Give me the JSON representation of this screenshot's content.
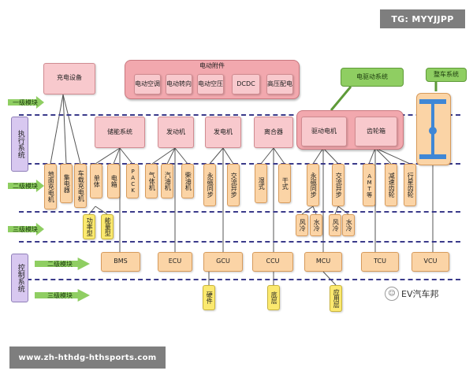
{
  "watermark_top": "TG: MYYJJPP",
  "watermark_bottom": "www.zh-hthdg-hthsports.com",
  "logo_text": "EV汽车邦",
  "tiers": {
    "level1": "一级模块",
    "exec_system": "执行系统",
    "level2": "二级模块",
    "level3": "三级模块",
    "control_system": "控制系统",
    "ctrl_level2": "二级模块",
    "ctrl_level3": "三级模块"
  },
  "charging_equipment": "充电设备",
  "accessory_group": {
    "title": "电动附件",
    "items": [
      "电动空调",
      "电动转向",
      "电动空压",
      "DCDC",
      "高压配电"
    ]
  },
  "electric_drive_label": "电驱动系统",
  "vehicle_label": "整车系统",
  "level1_modules": [
    "储能系统",
    "发动机",
    "发电机",
    "离合器",
    "驱动电机",
    "齿轮箱"
  ],
  "level2_modules": [
    "地面充电机",
    "集电器",
    "车载充电机",
    "单体",
    "电箱",
    "PACK",
    "气体机",
    "汽油机",
    "柴油机",
    "永磁同步",
    "交流异步",
    "湿式",
    "干式",
    "永磁同步",
    "交流异步",
    "AMT等",
    "减速齿轮",
    "行星齿轮"
  ],
  "level3_modules": [
    "功率型",
    "能量型",
    "风冷",
    "水冷",
    "风冷",
    "水冷"
  ],
  "controllers": [
    "BMS",
    "ECU",
    "GCU",
    "CCU",
    "MCU",
    "TCU",
    "VCU"
  ],
  "control_level3": [
    "硬件",
    "底层",
    "应用层"
  ]
}
